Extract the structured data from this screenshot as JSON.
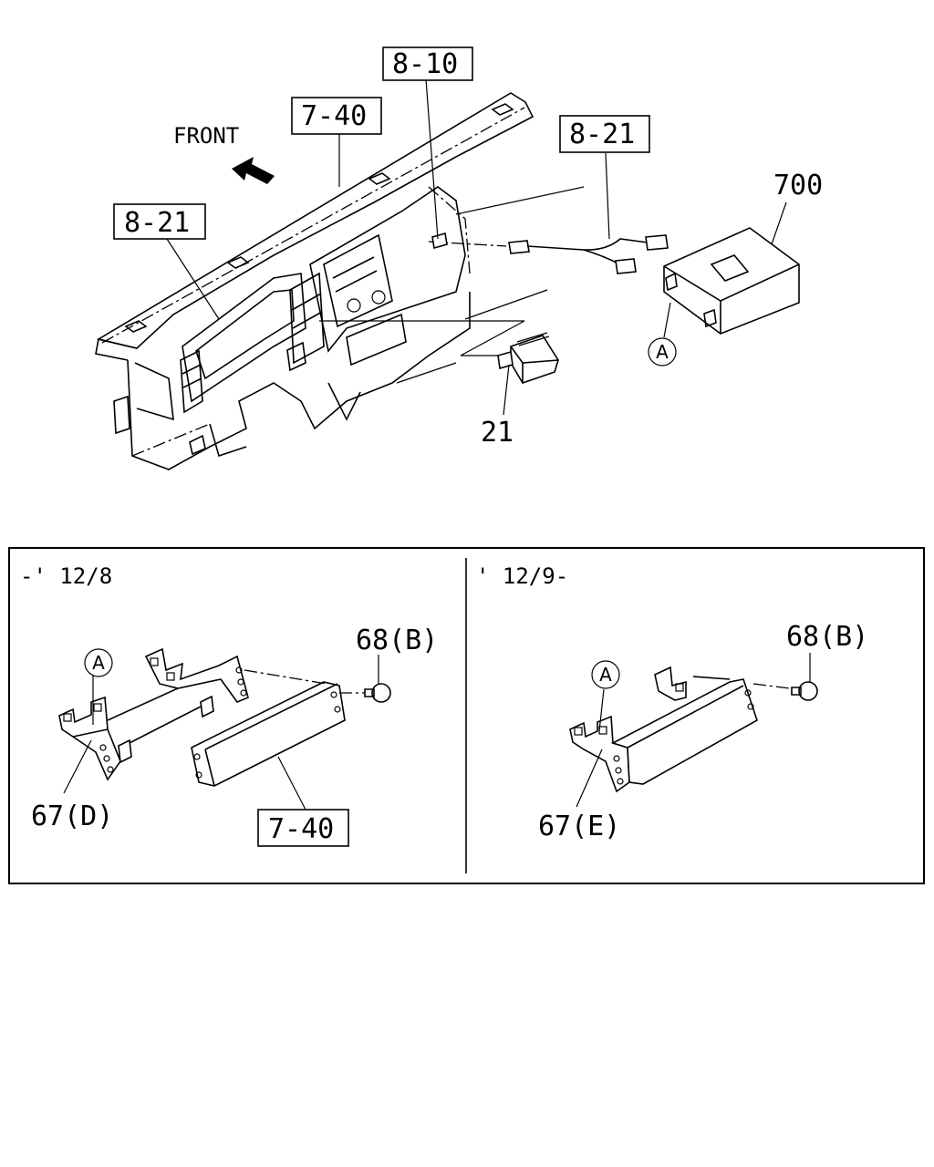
{
  "top": {
    "front_label": "FRONT",
    "ref_8_10": "8-10",
    "ref_7_40": "7-40",
    "ref_8_21_right": "8-21",
    "ref_8_21_left": "8-21",
    "part_700": "700",
    "part_21": "21",
    "callout_a": "A"
  },
  "inset": {
    "left_panel": {
      "range_label": "-' 12/8",
      "callout_a": "A",
      "part_68b": "68(B)",
      "part_67d": "67(D)",
      "ref_7_40": "7-40"
    },
    "right_panel": {
      "range_label": "' 12/9-",
      "callout_a": "A",
      "part_68b": "68(B)",
      "part_67e": "67(E)"
    }
  }
}
